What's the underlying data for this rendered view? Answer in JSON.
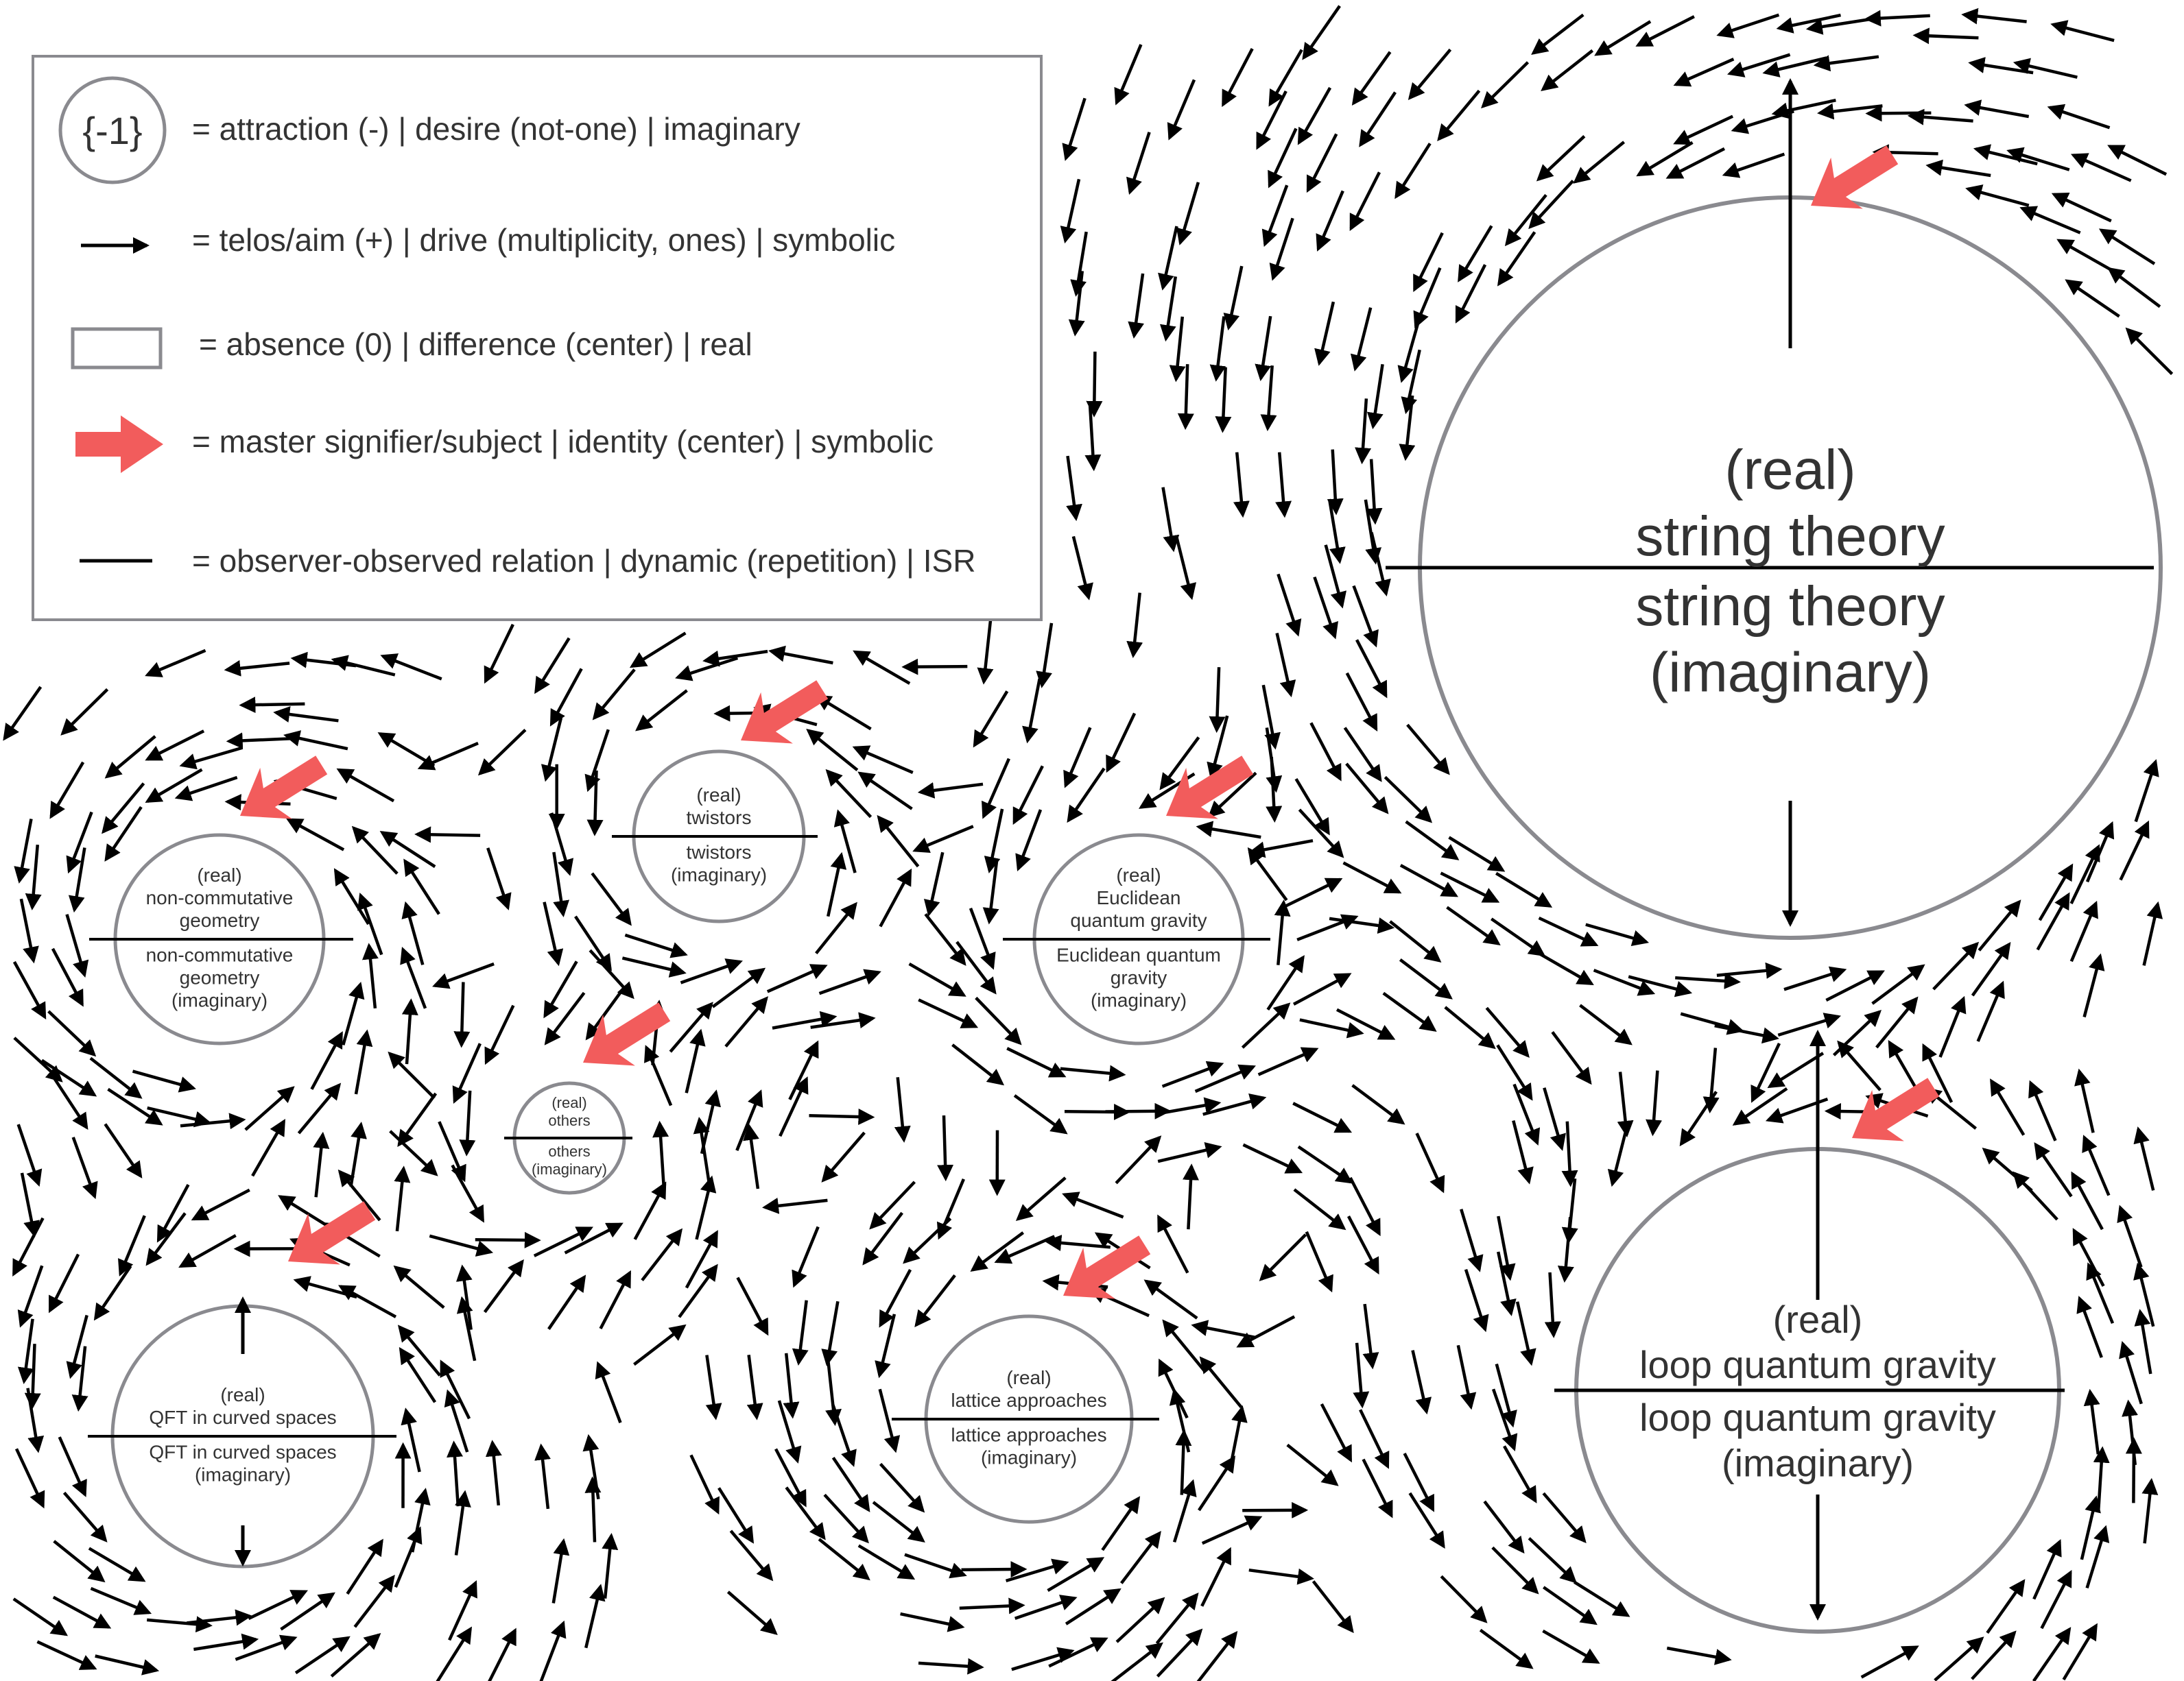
{
  "legend": {
    "items": [
      {
        "symbol": "{-1}",
        "text": "= attraction (-) | desire (not-one) | imaginary"
      },
      {
        "text": "= telos/aim (+) | drive (multiplicity, ones) | symbolic"
      },
      {
        "text": "= absence (0) | difference (center) | real"
      },
      {
        "text": "= master signifier/subject | identity (center) | symbolic"
      },
      {
        "text": "= observer-observed relation | dynamic (repetition) | ISR"
      }
    ]
  },
  "theories": {
    "string_theory": {
      "top": [
        "(real)",
        "string theory"
      ],
      "bottom": [
        "string theory",
        "(imaginary)"
      ]
    },
    "loop_quantum_gravity": {
      "top": [
        "(real)",
        "loop quantum gravity"
      ],
      "bottom": [
        "loop quantum gravity",
        "(imaginary)"
      ]
    },
    "non_commutative_geometry": {
      "top": [
        "(real)",
        "non-commutative",
        "geometry"
      ],
      "bottom": [
        "non-commutative",
        "geometry",
        "(imaginary)"
      ]
    },
    "twistors": {
      "top": [
        "(real)",
        "twistors"
      ],
      "bottom": [
        "twistors",
        "(imaginary)"
      ]
    },
    "euclidean_quantum_gravity": {
      "top": [
        "(real)",
        "Euclidean",
        "quantum gravity"
      ],
      "bottom": [
        "Euclidean quantum",
        "gravity",
        "(imaginary)"
      ]
    },
    "others": {
      "top": [
        "(real)",
        "others"
      ],
      "bottom": [
        "others",
        "(imaginary)"
      ]
    },
    "qft_curved": {
      "top": [
        "(real)",
        "QFT in curved spaces"
      ],
      "bottom": [
        "QFT in curved spaces",
        "(imaginary)"
      ]
    },
    "lattice": {
      "top": [
        "(real)",
        "lattice approaches"
      ],
      "bottom": [
        "lattice approaches",
        "(imaginary)"
      ]
    }
  },
  "colors": {
    "master_signifier": "#f25c5c",
    "circle": "#8a8a8f",
    "arrow": "#000000"
  }
}
